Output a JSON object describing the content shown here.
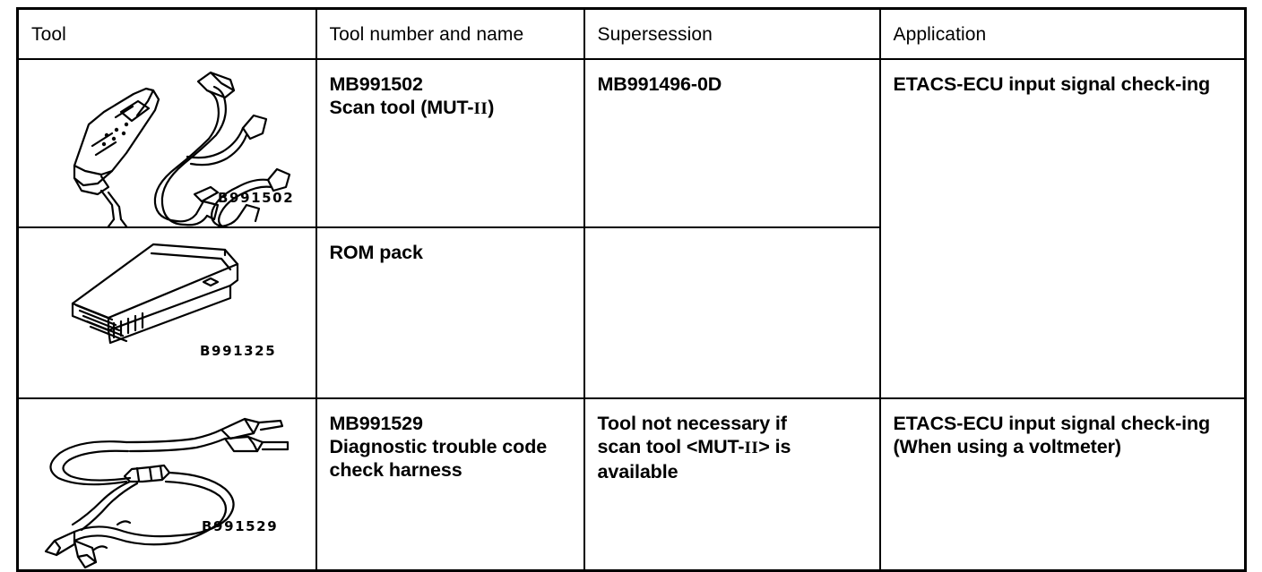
{
  "table": {
    "headers": [
      {
        "label": "Tool"
      },
      {
        "label": "Tool number and name"
      },
      {
        "label": "Supersession"
      },
      {
        "label": "Application"
      }
    ],
    "rows": [
      {
        "illustration": "scan-tool-mut-ii",
        "part_number_caption": "B991502",
        "tool_number": "MB991502",
        "tool_name": "Scan tool (MUT-",
        "tool_name_roman": "II",
        "tool_name_tail": ")",
        "supersession": "MB991496-0D",
        "application": "ETACS-ECU input signal check-ing"
      },
      {
        "illustration": "rom-pack",
        "part_number_caption": "B991325",
        "tool_number": "",
        "tool_name": "ROM pack",
        "supersession": "",
        "application": ""
      },
      {
        "illustration": "diagnostic-trouble-code-check-harness",
        "part_number_caption": "B991529",
        "tool_number": "MB991529",
        "tool_name": "Diagnostic trouble code check harness",
        "supersession_line1": "Tool not necessary if",
        "supersession_line2_pre": "scan tool <MUT-",
        "supersession_line2_roman": "II",
        "supersession_line2_post": "> is",
        "supersession_line3": "available",
        "application": "ETACS-ECU input signal check-ing (When using a voltmeter)"
      }
    ]
  },
  "colors": {
    "ink": "#000000",
    "paper": "#ffffff"
  }
}
